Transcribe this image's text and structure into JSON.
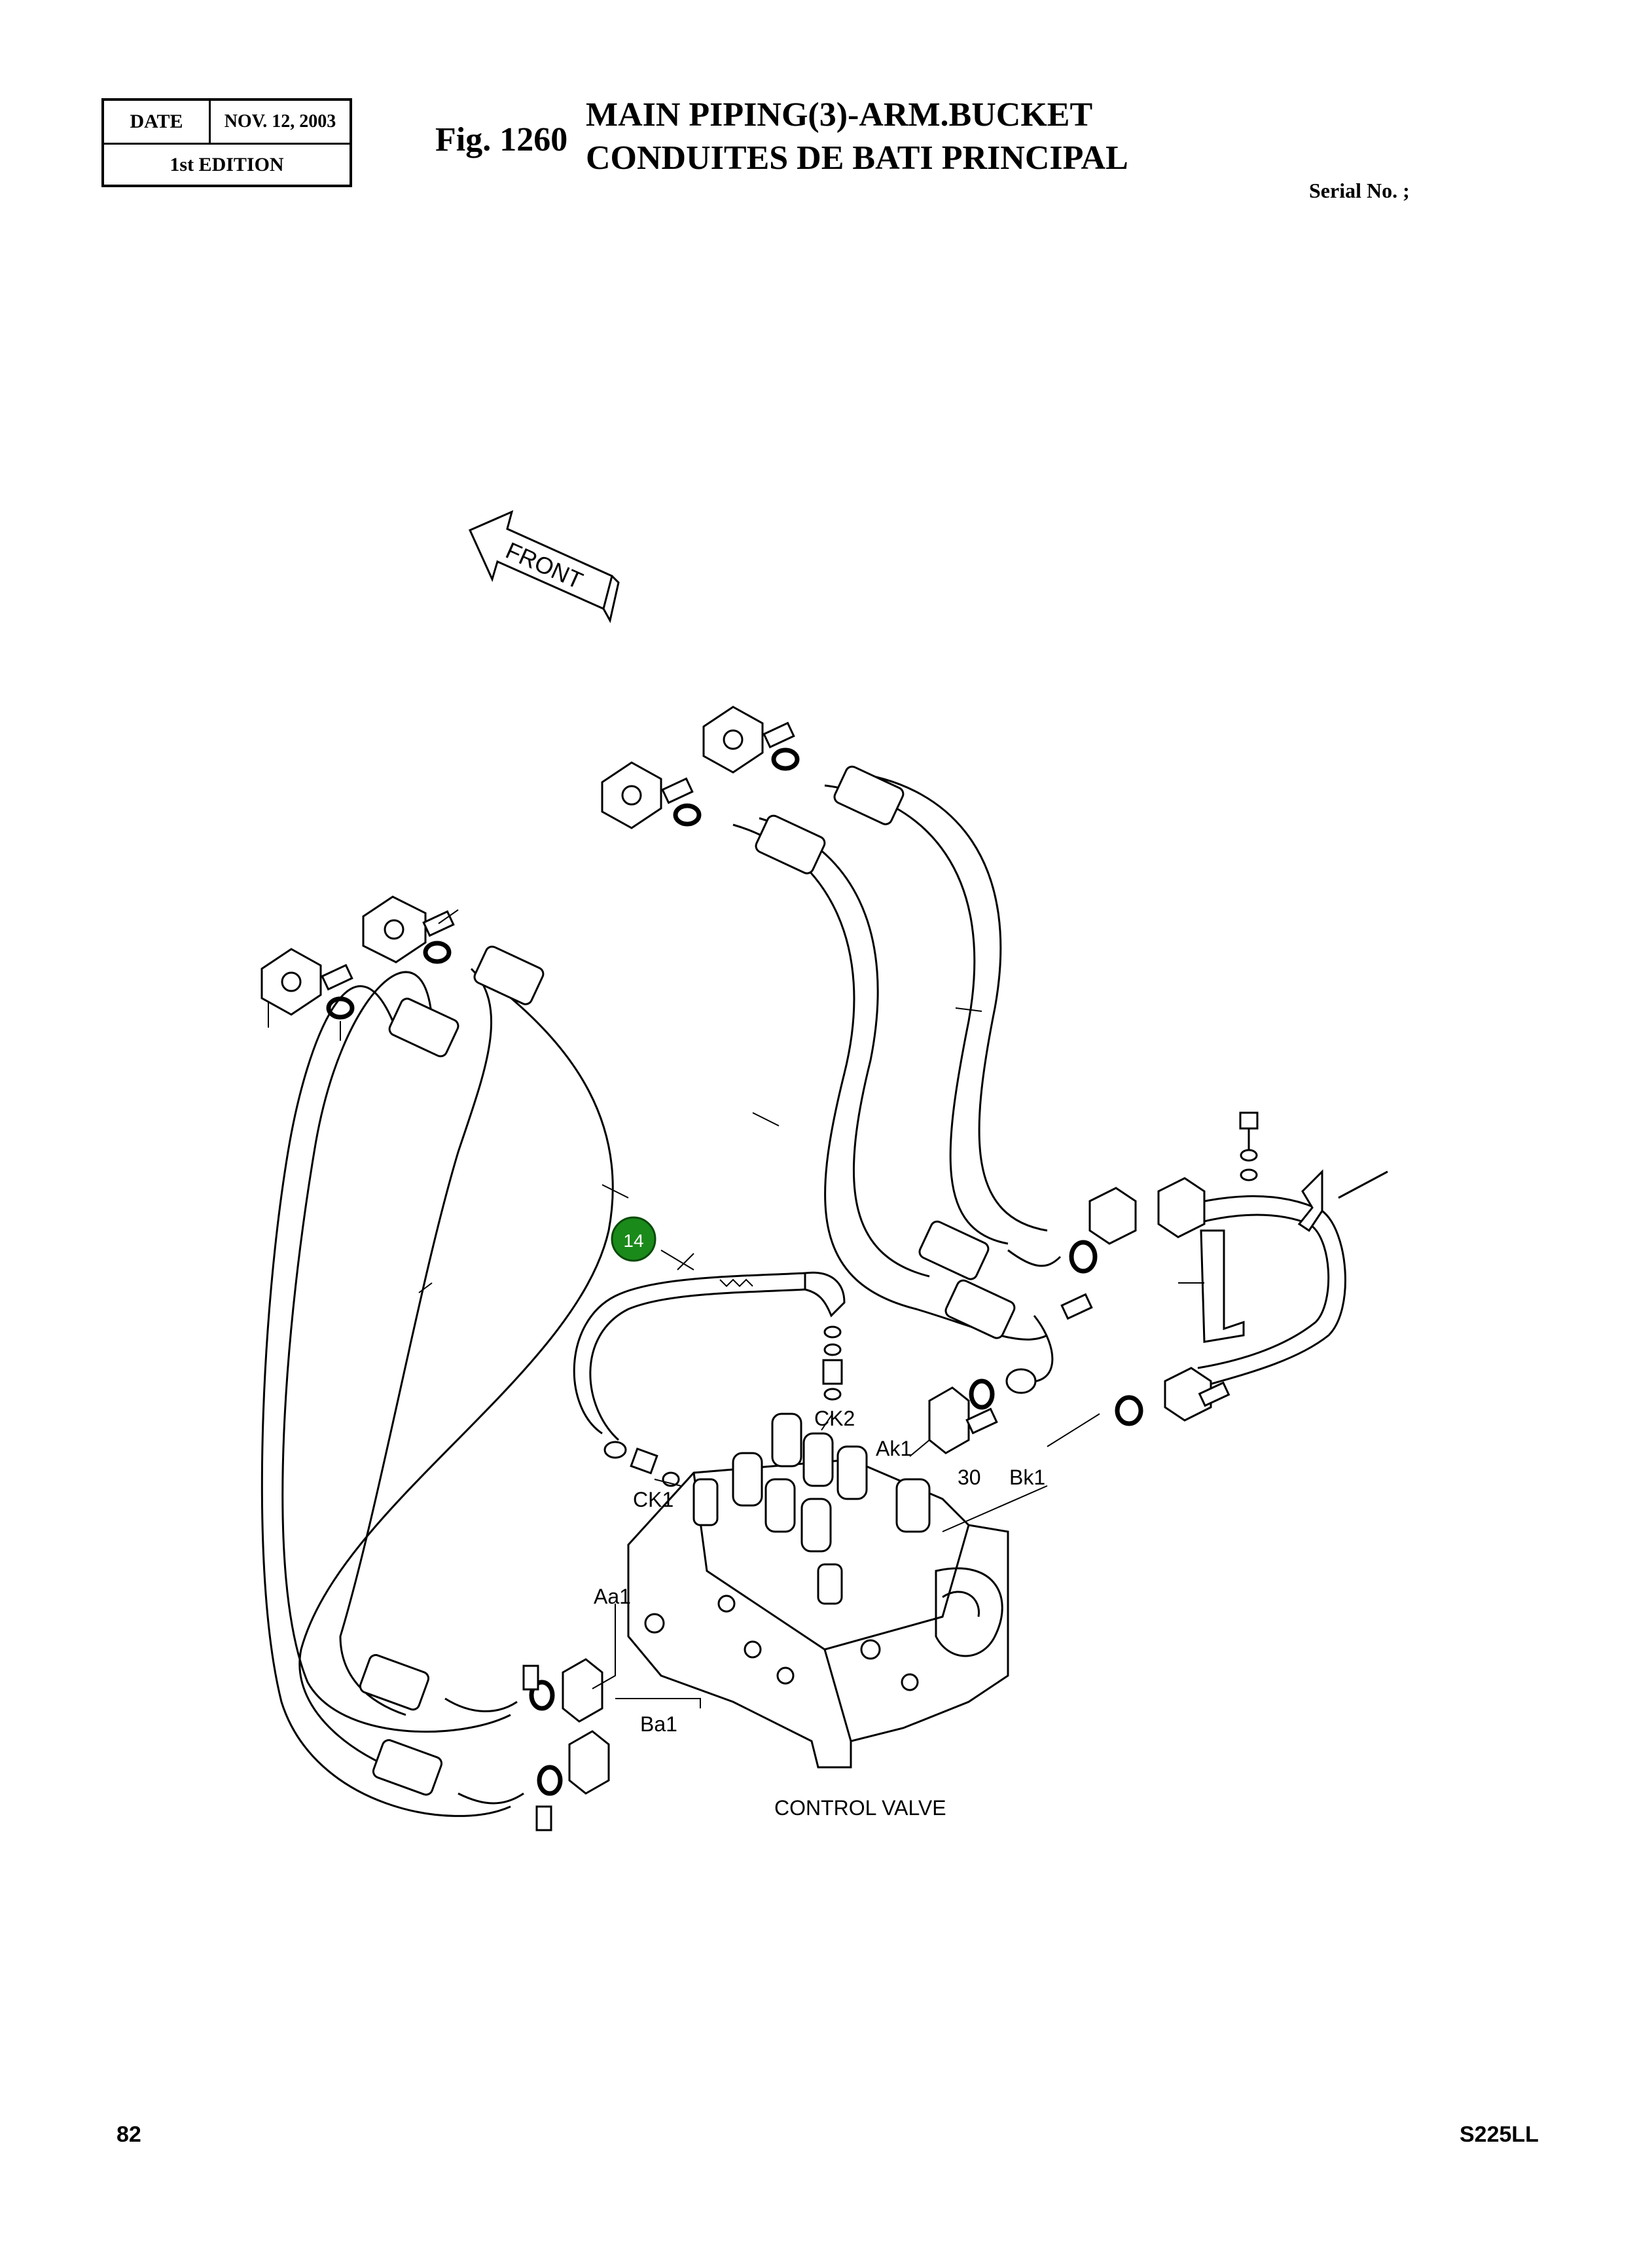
{
  "header": {
    "date_label": "DATE",
    "date_value": "NOV. 12, 2003",
    "edition": "1st EDITION",
    "fig_number": "Fig. 1260",
    "title_en": "MAIN PIPING(3)-ARM.BUCKET",
    "title_fr": "CONDUITES DE BATI PRINCIPAL",
    "serial": "Serial No. ;"
  },
  "diagram": {
    "front_arrow": "FRONT",
    "highlight_callout": "14",
    "highlight_color": "#1a8a1a",
    "callout_30": "30",
    "port_labels": [
      "CK2",
      "Ak1",
      "Bk1",
      "CK1",
      "Aa1",
      "Ba1"
    ],
    "component_label": "CONTROL VALVE"
  },
  "footer": {
    "page_number": "82",
    "model": "S225LL"
  }
}
